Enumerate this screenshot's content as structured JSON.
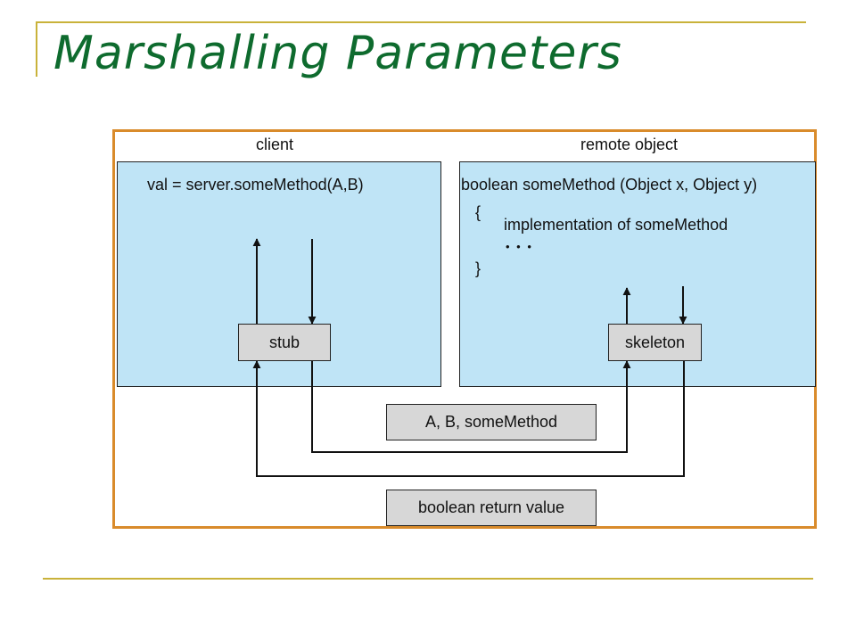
{
  "slide": {
    "title": "Marshalling Parameters",
    "title_color": "#0e6b2e",
    "rule_color": "#c9b23a"
  },
  "diagram": {
    "client_label": "client",
    "remote_label": "remote object",
    "client_call": "val = server.someMethod(A,B)",
    "remote_signature": "boolean someMethod (Object x, Object y)",
    "open_brace": "{",
    "implementation": "implementation of someMethod",
    "ellipsis": "• • •",
    "close_brace": "}",
    "stub_label": "stub",
    "skeleton_label": "skeleton",
    "request_message": "A, B, someMethod",
    "response_message": "boolean return value",
    "panel_color": "#bfe4f6",
    "box_color": "#d7d7d7",
    "frame_color": "#d98b2b"
  }
}
